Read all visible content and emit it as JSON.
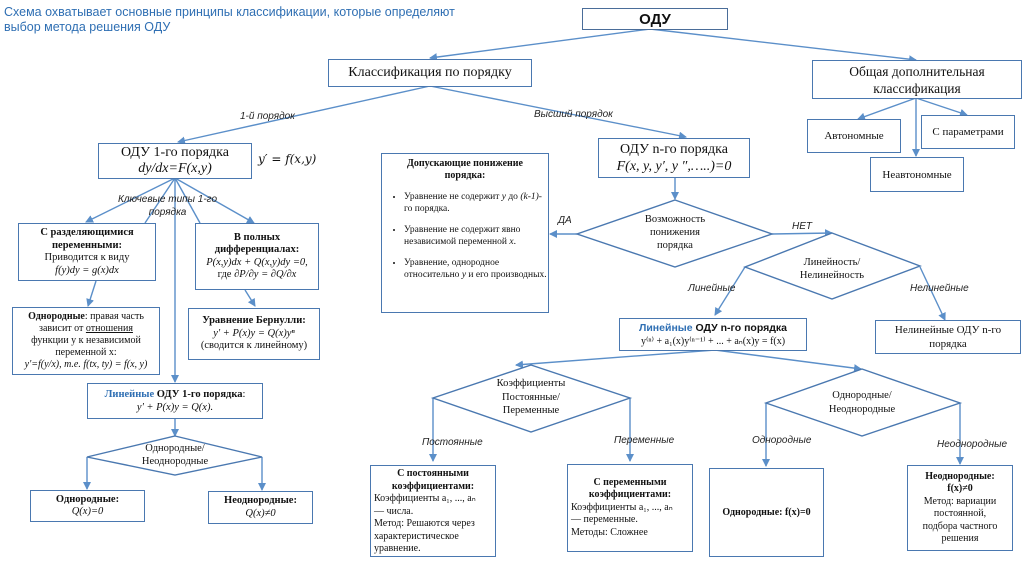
{
  "intro": {
    "line1": "Схема охватывает основные принципы классификации, которые определяют",
    "line2": "выбор метода решения ОДУ"
  },
  "colors": {
    "line": "#5b8fc9",
    "border": "#4a78b0",
    "accent_text": "#2f6fb3"
  },
  "nodes": {
    "root": "ОДУ",
    "by_order": "Классификация по порядку",
    "general": {
      "line1": "Общая дополнительная",
      "line2": "классификация"
    },
    "autonomous": "Автономные",
    "with_params": "С параметрами",
    "non_autonomous": "Неавтономные",
    "first_order": {
      "line1": "ОДУ 1-го порядка",
      "line2": "dy/dx=F(x,y)"
    },
    "first_order_eq": "y′ = f(x,y)",
    "separable": {
      "title1": "С разделяющимися",
      "title2": "переменными",
      "colon": ":",
      "text": "Приводится к виду",
      "formula": "f(y)dy = g(x)dx"
    },
    "exact": {
      "title1": "В полных",
      "title2": "дифференциалах:",
      "formula": "P(x,y)dx + Q(x,y)dy =0,",
      "cond_prefix": "где ",
      "cond": "∂P/∂y = ∂Q/∂x"
    },
    "homogeneous1": {
      "title": "Однородные",
      "t1": ": правая часть",
      "t2": "зависит от ",
      "t2u": "отношения",
      "t3": "функции y к независимой",
      "t4": "переменной x:",
      "formula": "y'=f(y/x), т.е. f(tx, ty) = f(x, y)"
    },
    "bernoulli": {
      "title": "Уравнение Бернулли:",
      "formula": "y' + P(x)y = Q(x)yⁿ",
      "note": "(сводится к линейному)"
    },
    "linear1": {
      "accent": "Линейные",
      "title": " ОДУ 1-го порядка",
      "colon": ":",
      "formula": "y' + P(x)y = Q(x)."
    },
    "homog_diamond1": {
      "line1": "Однородные/",
      "line2": "Неоднородные"
    },
    "homog1_leaf": {
      "title": "Однородные:",
      "formula": "Q(x)=0"
    },
    "inhomog1_leaf": {
      "title": "Неоднородные:",
      "formula": "Q(x)≠0"
    },
    "reducible": {
      "title1": "Допускающие понижение",
      "title2": "порядка:",
      "items": [
        {
          "pre": "Уравнение не содержит ",
          "var": "y",
          "mid": " до ",
          "var2": "(k-1)",
          "post": "-го порядка."
        },
        {
          "pre": "Уравнение не содержит явно независимой переменной ",
          "var": "x",
          "post": "."
        },
        {
          "pre": "Уравнение, однородное относительно ",
          "var": "y",
          "post": " и его производных."
        }
      ]
    },
    "nth_order": {
      "line1": "ОДУ n-го порядка",
      "line2": "F(x, y, y′, y ″,…..)=0"
    },
    "reduce_diamond": {
      "line1": "Возможность",
      "line2": "понижения",
      "line3": "порядка"
    },
    "linearity_diamond": {
      "line1": "Линейность/",
      "line2": "Нелинейность"
    },
    "linear_n": {
      "accent": "Линейные",
      "title": " ОДУ n-го порядка",
      "formula": "y⁽ⁿ⁾ + a₁(x)y⁽ⁿ⁻¹⁾ + ... + aₙ(x)y = f(x)"
    },
    "nonlinear_n": {
      "line1": "Нелинейные ОДУ n-го",
      "line2": "порядка"
    },
    "coef_diamond": {
      "line1": "Коэффициенты",
      "line2": "Постоянные/",
      "line3": "Переменные"
    },
    "homog_diamond_n": {
      "line1": "Однородные/",
      "line2": "Неоднородные"
    },
    "const_coef": {
      "title1": "С постоянными",
      "title2": "коэффициентами:",
      "l1": "Коэффициенты a₁, ..., aₙ",
      "l2": "— числа.",
      "l3": "Метод: Решаются через",
      "l4": "характеристическое",
      "l5": "уравнение."
    },
    "var_coef": {
      "title1": "С переменными",
      "title2": "коэффициентами:",
      "l1": "Коэффициенты a₁, ..., aₙ",
      "l2": "— переменные.",
      "l3": "Методы: Сложнее"
    },
    "homog_n_leaf": "Однородные: f(x)=0",
    "inhomog_n_leaf": {
      "title": "Неоднородные:",
      "formula": "f(x)≠0",
      "l1": "Метод: вариации",
      "l2": "постоянной,",
      "l3": "подбора частного",
      "l4": "решения"
    }
  },
  "edge_labels": {
    "first": "1-й порядок",
    "higher": "Высший порядок",
    "key_types1": "Ключевые типы 1-го",
    "key_types2": "порядка",
    "yes": "ДА",
    "no": "НЕТ",
    "linear": "Линейные",
    "nonlinear": "Нелинейные",
    "constant": "Постоянные",
    "variable": "Переменные",
    "homog": "Однородные",
    "inhomog": "Неоднородные"
  }
}
